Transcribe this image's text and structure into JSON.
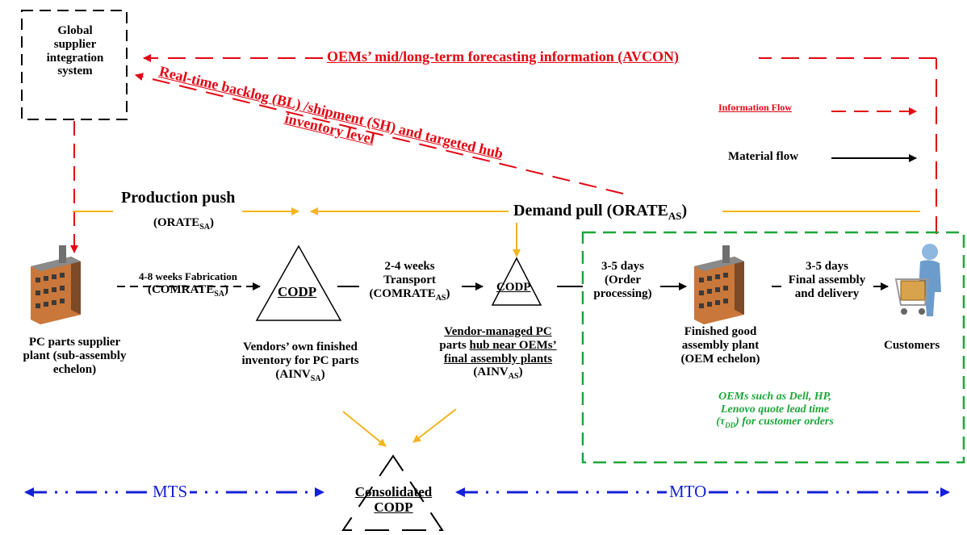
{
  "global_system": {
    "line1": "Global",
    "line2": "supplier",
    "line3": "integration",
    "line4": "system"
  },
  "forecast_info": "OEMs’ mid/long-term forecasting information (AVCON)",
  "realtime_info": {
    "line1": "Real-time backlog (BL) /shipment (SH) and targeted hub",
    "line2": "inventory level"
  },
  "legend": {
    "info_flow": "Information Flow",
    "material_flow": "Material flow"
  },
  "production_push": {
    "label": "Production push",
    "sub": "ORATE",
    "subscript": "SA"
  },
  "demand_pull": {
    "label": "Demand pull (ORATE",
    "subscript": "AS",
    "close": ")"
  },
  "fabrication": {
    "line1": "4-8 weeks Fabrication",
    "line2": "(COMRATE",
    "subscript": "SA",
    "close": ")"
  },
  "transport": {
    "line1": "2-4 weeks",
    "line2": "Transport",
    "line3": "(COMRATE",
    "subscript": "AS",
    "close": ")"
  },
  "order_processing": {
    "line1": "3-5 days",
    "line2": "(Order",
    "line3": "processing)"
  },
  "final_assembly": {
    "line1": "3-5 days",
    "line2": "Final assembly",
    "line3": "and delivery"
  },
  "codp_label": "CODP",
  "supplier_plant": {
    "line1": "PC parts supplier",
    "line2": "plant (sub-assembly",
    "line3": "echelon)"
  },
  "vendors_inventory": {
    "line1": "Vendors’ own finished",
    "line2": "inventory for PC parts",
    "line3": "(AINV",
    "subscript": "SA",
    "close": ")"
  },
  "vendor_hub": {
    "line1": "Vendor-managed PC",
    "line2a": "parts ",
    "line2b": "hub near OEMs’",
    "line3": "final assembly plants",
    "line4": "(AINV",
    "subscript": "AS",
    "close": ")"
  },
  "oem_plant": {
    "line1": "Finished good",
    "line2": "assembly plant",
    "line3": "(OEM echelon)"
  },
  "customers": "Customers",
  "oem_note": {
    "line1": "OEMs such as Dell, HP,",
    "line2": "Lenovo quote lead time",
    "line3a": "(τ",
    "subscript": "DD",
    "line3b": ") for customer orders"
  },
  "consolidated": {
    "line1": "Consolidated",
    "line2": "CODP"
  },
  "mts": "MTS",
  "mto": "MTO",
  "colors": {
    "info": "#e30613",
    "material": "#000000",
    "push_pull": "#f2b51c",
    "mto_box": "#1ea63a",
    "mts_mto": "#1520d8"
  }
}
